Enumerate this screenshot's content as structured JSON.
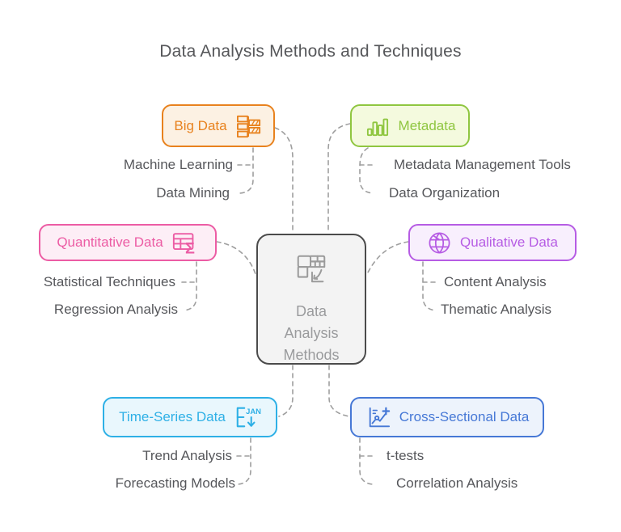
{
  "title": "Data Analysis Methods and Techniques",
  "center": {
    "icon": "table-chart-icon",
    "label_lines": [
      "Data",
      "Analysis",
      "Methods"
    ],
    "border_color": "#4B4B4B",
    "background": "#F3F3F3",
    "text_color": "#9A9B9D"
  },
  "connector_color": "#9e9e9e",
  "branches": [
    {
      "id": "big-data",
      "label": "Big Data",
      "icon": "hatched-bars-icon",
      "icon_side": "right",
      "color": "#E8821E",
      "background": "#FCF1E3",
      "leaves": [
        "Machine Learning",
        "Data Mining"
      ]
    },
    {
      "id": "metadata",
      "label": "Metadata",
      "icon": "bar-chart-icon",
      "icon_side": "left",
      "color": "#8FC640",
      "background": "#F4FADE",
      "leaves": [
        "Metadata Management Tools",
        "Data Organization"
      ]
    },
    {
      "id": "quantitative-data",
      "label": "Quantitative Data",
      "icon": "table-sigma-icon",
      "icon_side": "right",
      "color": "#EC5CA4",
      "background": "#FDEEF6",
      "leaves": [
        "Statistical Techniques",
        "Regression Analysis"
      ]
    },
    {
      "id": "qualitative-data",
      "label": "Qualitative Data",
      "icon": "sphere-mesh-icon",
      "icon_side": "left",
      "color": "#B65CE4",
      "background": "#F8EFFD",
      "leaves": [
        "Content Analysis",
        "Thematic Analysis"
      ]
    },
    {
      "id": "time-series-data",
      "label": "Time-Series Data",
      "icon": "calendar-jan-icon",
      "icon_side": "right",
      "color": "#2EB0E6",
      "background": "#E9F7FD",
      "leaves": [
        "Trend Analysis",
        "Forecasting Models"
      ]
    },
    {
      "id": "cross-sectional-data",
      "label": "Cross-Sectional Data",
      "icon": "chart-plus-icon",
      "icon_side": "left",
      "color": "#4678D6",
      "background": "#EDF3FC",
      "leaves": [
        "t-tests",
        "Correlation Analysis"
      ]
    }
  ],
  "icon_glyphs": {
    "sigma": "Σ",
    "jan": "JAN"
  }
}
